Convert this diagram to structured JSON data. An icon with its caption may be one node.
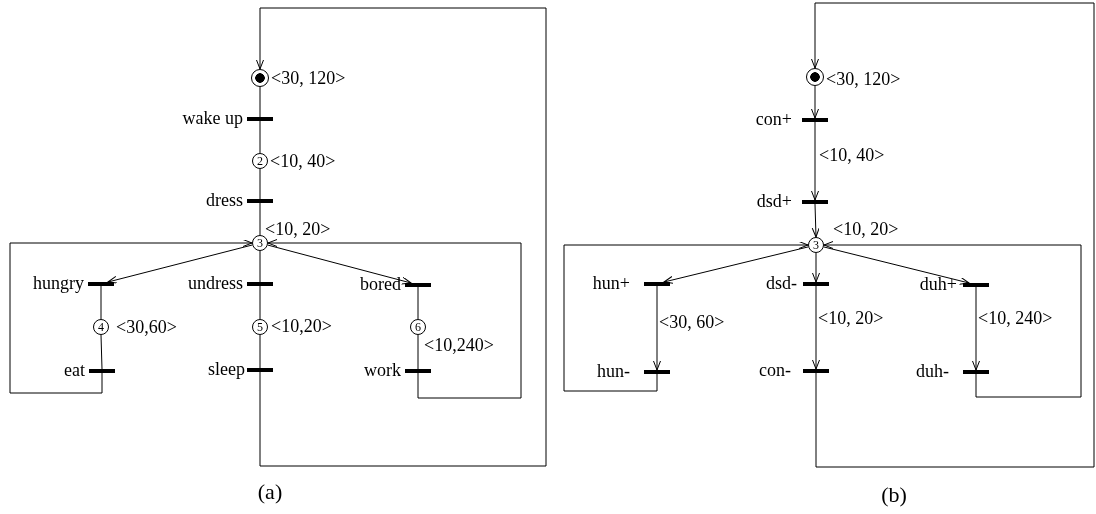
{
  "diagram": {
    "nodes": [
      {
        "text": [],
        "shape": "circle",
        "beside": [
          "<30, 120>"
        ]
      },
      {
        "text": [
          "wake up"
        ]
      },
      {
        "text": [
          "2"
        ],
        "beside": [
          "<10, 40>"
        ]
      },
      {
        "text": [
          "dress"
        ]
      },
      {
        "text": [
          "3"
        ],
        "beside": [
          "<10, 20>"
        ]
      },
      {
        "text": [
          "hungry"
        ]
      },
      {
        "text": [
          "undress"
        ]
      },
      {
        "text": [
          "bored"
        ]
      },
      {
        "text": [
          "4"
        ],
        "beside": [
          "<30,60>"
        ]
      },
      {
        "text": [
          "5"
        ],
        "beside": [
          "<10,20>"
        ]
      },
      {
        "text": [
          "6"
        ],
        "beside": [
          "<10,240>"
        ]
      },
      {
        "text": [
          "eat"
        ]
      },
      {
        "text": [
          "sleep"
        ]
      },
      {
        "text": [
          "work"
        ]
      },
      {
        "text": [],
        "shape": "circle",
        "beside": [
          "<30, 120>"
        ]
      },
      {
        "text": [
          "con+"
        ]
      },
      {
        "text": [
          "dsd+"
        ]
      },
      {
        "text": [
          "3"
        ],
        "beside": [
          "<10, 20>"
        ]
      },
      {
        "text": [
          "hun+"
        ]
      },
      {
        "text": [
          "dsd-"
        ]
      },
      {
        "text": [
          "duh+"
        ]
      },
      {
        "text": [
          "hun-"
        ]
      },
      {
        "text": [
          "con-"
        ]
      },
      {
        "text": [
          "duh-"
        ]
      }
    ],
    "edges": [
      {
        "from": 0,
        "to": 1,
        "arrow": "none"
      },
      {
        "from": 1,
        "to": 2,
        "arrow": "none"
      },
      {
        "from": 2,
        "to": 3,
        "arrow": "none"
      },
      {
        "from": 3,
        "to": 4,
        "arrow": "none"
      },
      {
        "from": 4,
        "to": 5,
        "arrow": "to"
      },
      {
        "from": 4,
        "to": 6,
        "arrow": "none"
      },
      {
        "from": 4,
        "to": 7,
        "arrow": "to"
      },
      {
        "from": 5,
        "to": 8,
        "arrow": "none"
      },
      {
        "from": 8,
        "to": 11,
        "arrow": "none"
      },
      {
        "from": 6,
        "to": 9,
        "arrow": "none"
      },
      {
        "from": 9,
        "to": 12,
        "arrow": "none"
      },
      {
        "from": 7,
        "to": 10,
        "arrow": "none"
      },
      {
        "from": 10,
        "to": 13,
        "arrow": "none"
      },
      {
        "from": 11,
        "to": 4,
        "arrow": "to"
      },
      {
        "from": 13,
        "to": 4,
        "arrow": "to"
      },
      {
        "from": 12,
        "to": 0,
        "arrow": "to"
      },
      {
        "from": 14,
        "to": 15,
        "arrow": "to"
      },
      {
        "from": 15,
        "to": 16,
        "arrow": "to",
        "label": "<10, 40>"
      },
      {
        "from": 16,
        "to": 17,
        "arrow": "to"
      },
      {
        "from": 17,
        "to": 18,
        "arrow": "to"
      },
      {
        "from": 17,
        "to": 19,
        "arrow": "to"
      },
      {
        "from": 17,
        "to": 20,
        "arrow": "to"
      },
      {
        "from": 18,
        "to": 21,
        "arrow": "to",
        "label": "<30, 60>"
      },
      {
        "from": 19,
        "to": 22,
        "arrow": "to",
        "label": "<10, 20>"
      },
      {
        "from": 20,
        "to": 23,
        "arrow": "to",
        "label": "<10, 240>"
      },
      {
        "from": 21,
        "to": 17,
        "arrow": "to"
      },
      {
        "from": 23,
        "to": 17,
        "arrow": "to"
      },
      {
        "from": 22,
        "to": 14,
        "arrow": "to"
      }
    ],
    "labels": [
      "(a)",
      "(b)"
    ]
  }
}
